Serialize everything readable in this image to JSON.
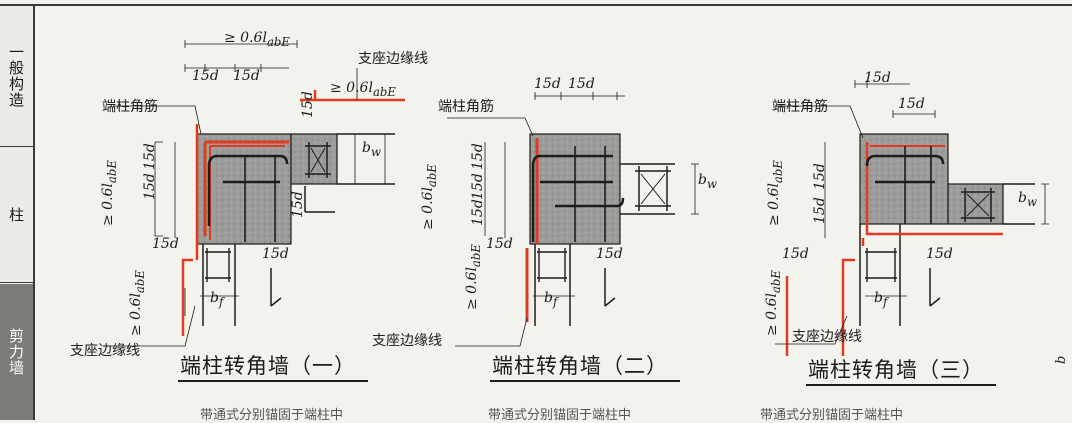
{
  "sidebar": [
    {
      "label": "一般构造",
      "active": false
    },
    {
      "label": "柱",
      "active": false
    },
    {
      "label": "剪力墙",
      "active": true
    }
  ],
  "labels": {
    "corner_bar": "端柱角筋",
    "support_edge": "支座边缘线"
  },
  "dims": {
    "anchor": "≥ 0.6l",
    "anchor_sub": "abE",
    "d15": "15d",
    "bw": "b",
    "bw_sub": "w",
    "bf": "b",
    "bf_sub": "f"
  },
  "titles": [
    "端柱转角墙（一）",
    "端柱转角墙（二）",
    "端柱转角墙（三）"
  ],
  "footers": [
    "带通式分别锚固于端柱中",
    "带通式分别锚固于端柱中",
    "带通式分别锚固于端柱中"
  ],
  "edge_text": "b",
  "colors": {
    "rebar_red": "#e23a1e",
    "concrete": "#9c9c9a",
    "ink": "#1c1c1c"
  }
}
